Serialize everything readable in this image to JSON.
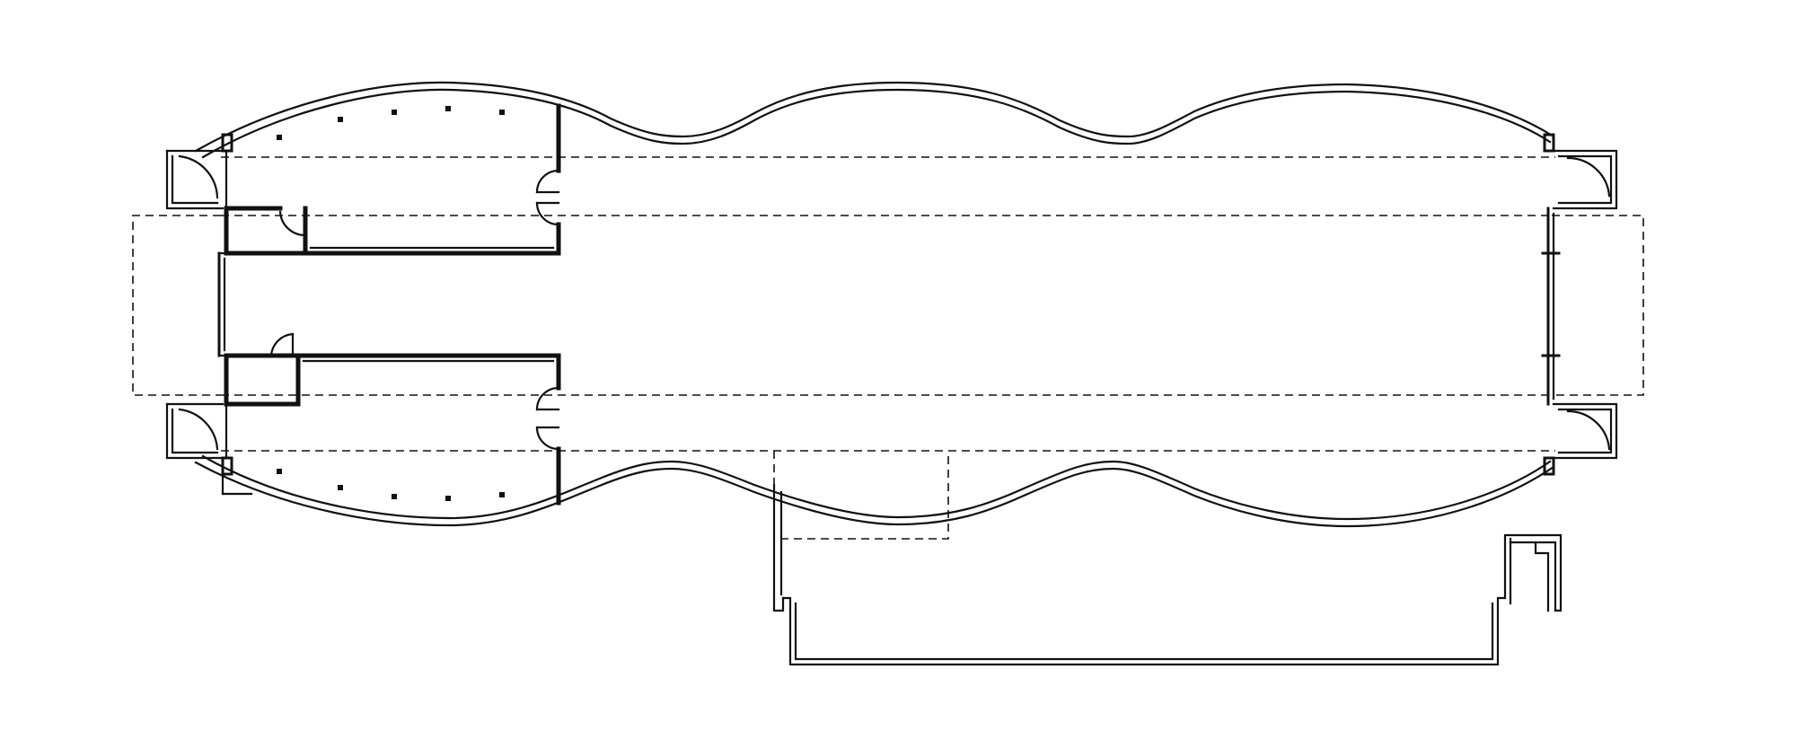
{
  "drawing": {
    "type": "architectural-floor-plan",
    "labels": [],
    "colors": {
      "ink": "#111111",
      "paper": "#ffffff"
    },
    "elements": [
      "undulating-outer-wall",
      "inner-wall-line",
      "dashed-roof-outline-upper",
      "dashed-roof-outline-lower",
      "dashed-central-block",
      "west-service-rooms",
      "east-entry-vestibules",
      "corner-door-swings",
      "double-doors",
      "structural-columns",
      "south-annex-enclosure",
      "southeast-small-structure"
    ],
    "column_count": 10
  }
}
